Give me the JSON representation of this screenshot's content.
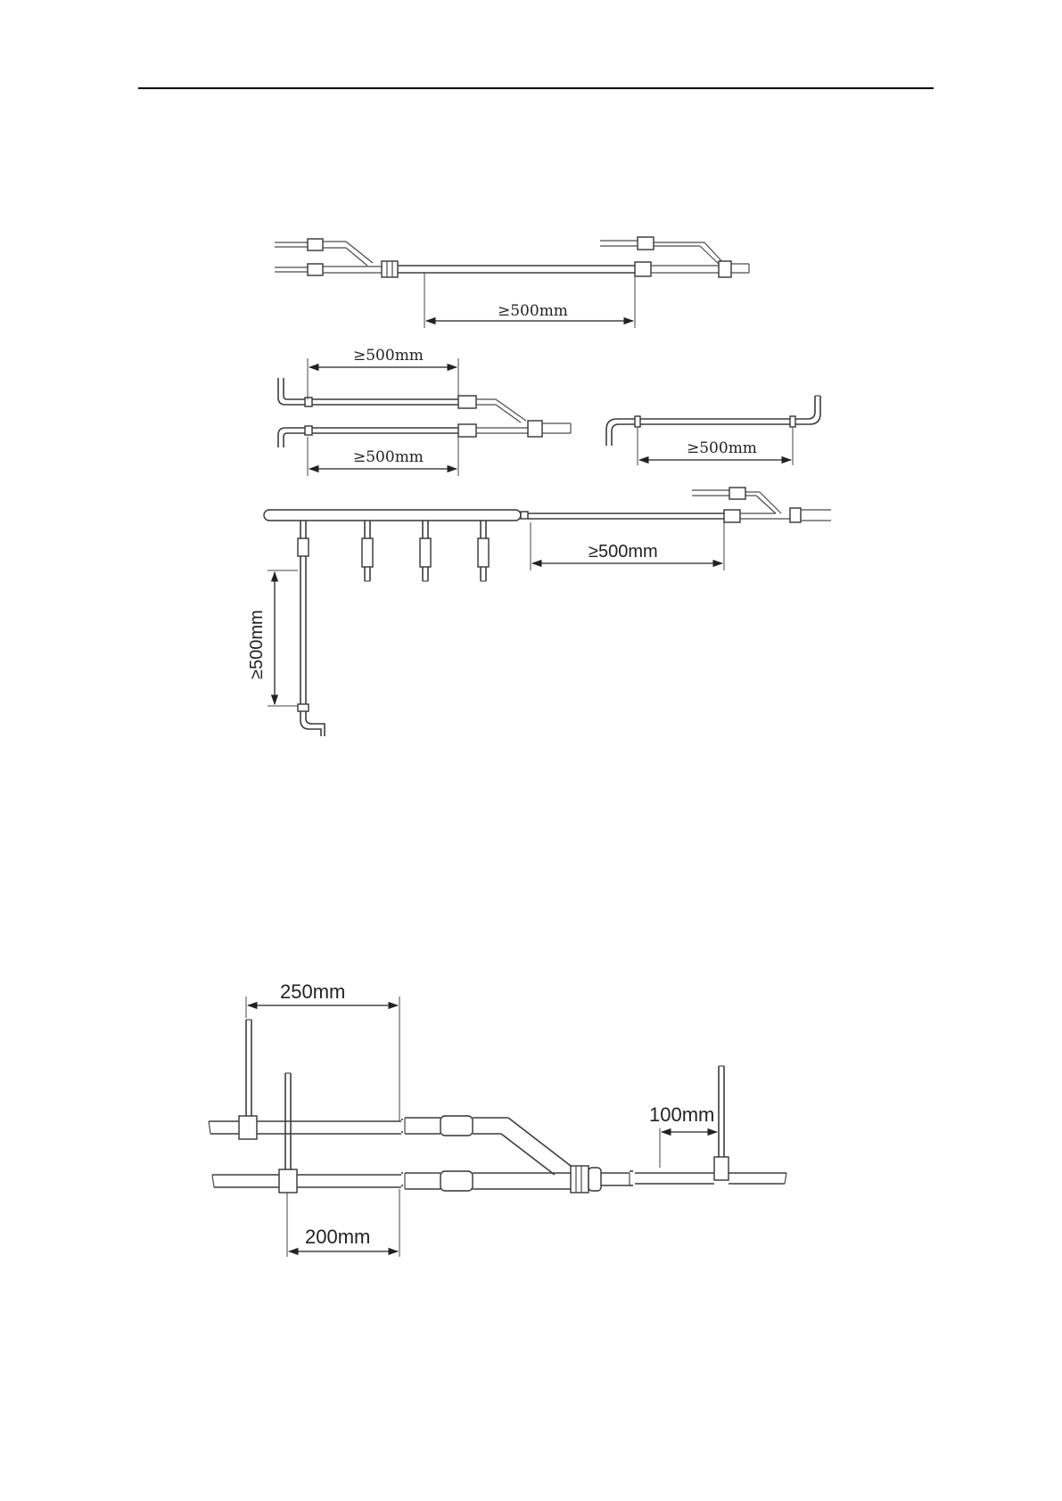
{
  "header": {
    "rule_color": "#000000"
  },
  "figure_1": {
    "labels": {
      "top_span": "≥500mm",
      "left_upper": "≥500mm",
      "left_lower": "≥500mm",
      "right_mid": "≥500mm",
      "header_span": "≥500mm",
      "vertical_span": "≥500mm"
    }
  },
  "figure_2": {
    "labels": {
      "top_dim": "250mm",
      "bottom_dim": "200mm",
      "right_dim": "100mm"
    }
  }
}
